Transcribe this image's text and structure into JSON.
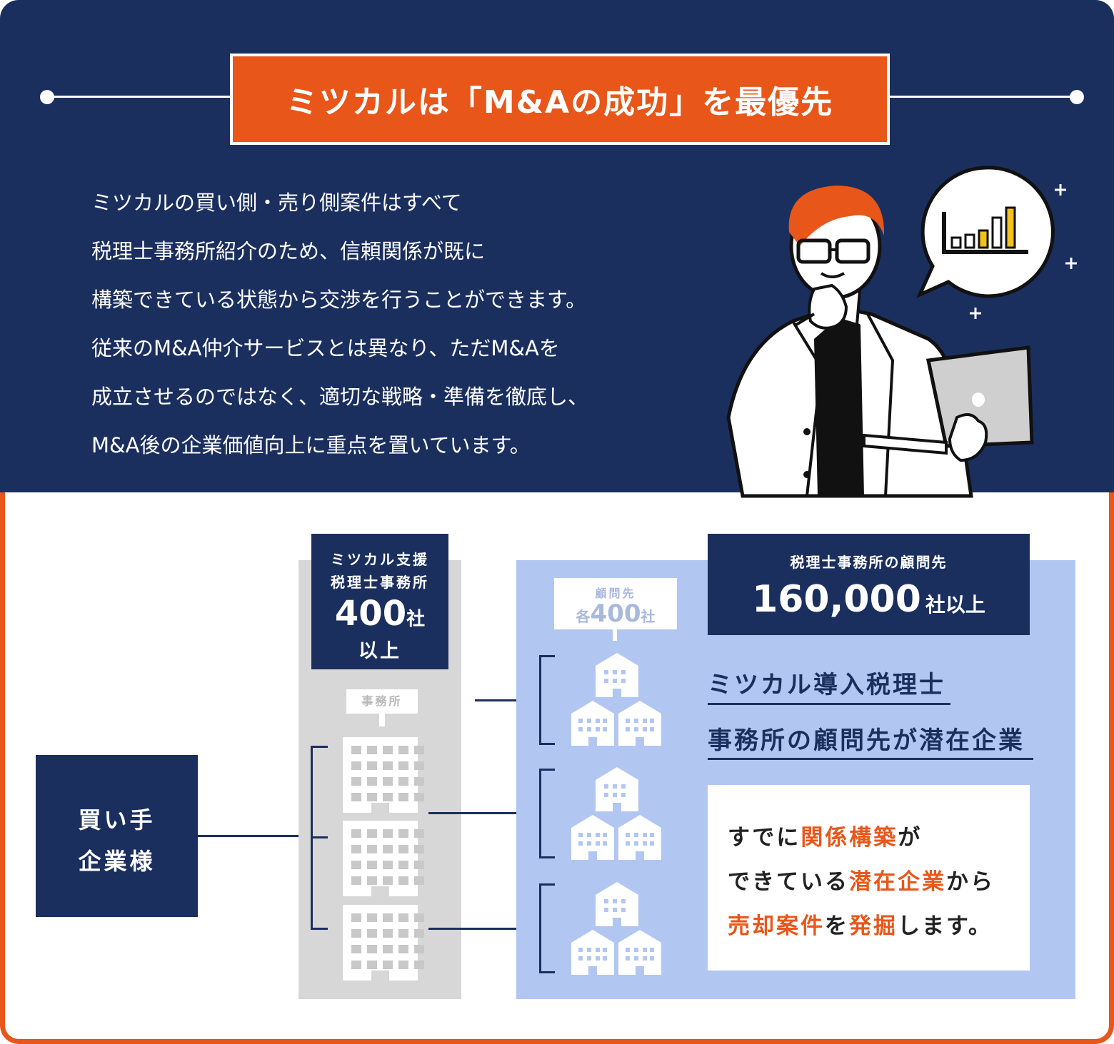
{
  "header": {
    "title": "ミツカルは「M&Aの成功」を最優先"
  },
  "intro": {
    "lines": [
      "ミツカルの買い側・売り側案件はすべて",
      "税理士事務所紹介のため、信頼関係が既に",
      "構築できている状態から交渉を行うことができます。",
      "従来のM&A仲介サービスとは異なり、ただM&Aを",
      "成立させるのではなく、適切な戦略・準備を徹底し、",
      "M&A後の企業価値向上に重点を置いています。"
    ]
  },
  "buyer": {
    "line1": "買い手",
    "line2": "企業様"
  },
  "offices": {
    "label_line1": "ミツカル支援",
    "label_line2": "税理士事務所",
    "count": "400",
    "count_unit": "社",
    "count_suffix": "以上",
    "tag": "事務所"
  },
  "clients": {
    "tag_line1": "顧問先",
    "tag_prefix": "各",
    "tag_count": "400",
    "tag_unit": "社",
    "total_label": "税理士事務所の顧問先",
    "total_count": "160,000",
    "total_unit": "社以上"
  },
  "headline": {
    "line1": "ミツカル導入税理士",
    "line2": "事務所の顧問先が潜在企業"
  },
  "message": {
    "l1_a": "すでに",
    "l1_b": "関係構築",
    "l1_c": "が",
    "l2_a": "できている",
    "l2_b": "潜在企業",
    "l2_c": "から",
    "l3_a": "売却案件",
    "l3_b": "を",
    "l3_c": "発掘",
    "l3_d": "します。"
  },
  "colors": {
    "navy": "#1b2f5e",
    "orange": "#e8561a",
    "light_blue": "#b2c6f2",
    "gray": "#d7d7d7"
  }
}
